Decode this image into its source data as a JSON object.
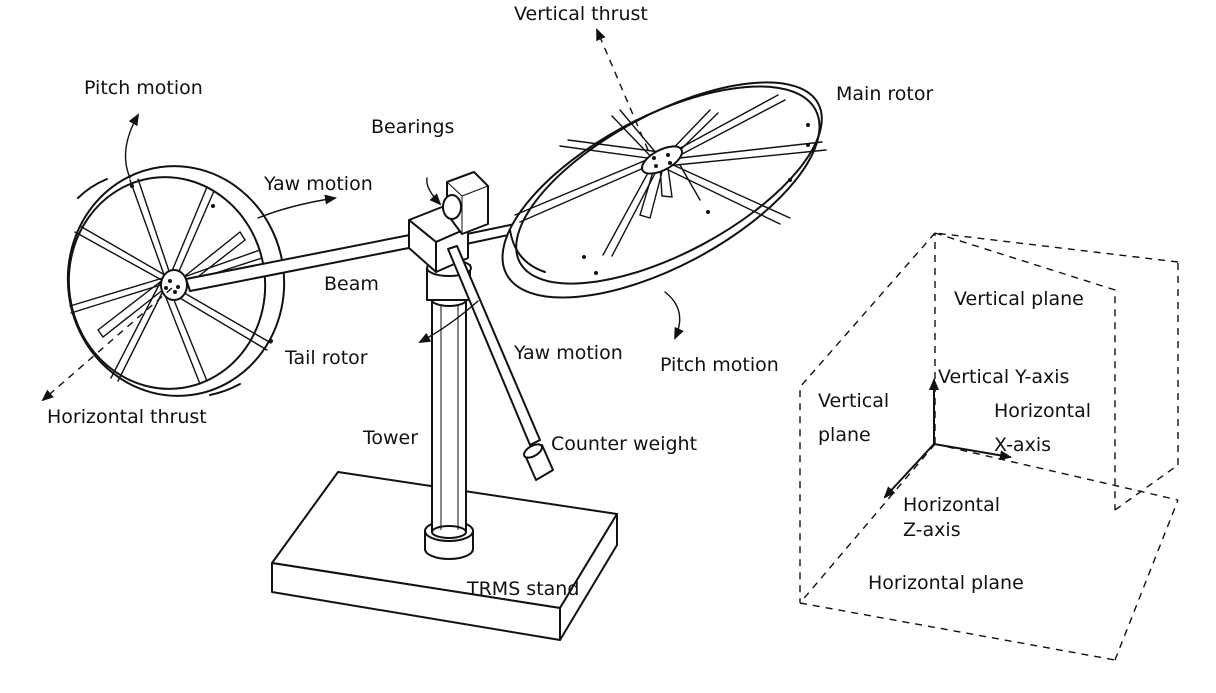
{
  "labels": {
    "vertical_thrust": "Vertical thrust",
    "main_rotor": "Main rotor",
    "pitch_motion_tail": "Pitch motion",
    "bearings": "Bearings",
    "yaw_motion_top": "Yaw motion",
    "beam": "Beam",
    "tail_rotor": "Tail rotor",
    "yaw_motion_bottom": "Yaw motion",
    "pitch_motion_main": "Pitch motion",
    "horizontal_thrust": "Horizontal thrust",
    "tower": "Tower",
    "counter_weight": "Counter weight",
    "trms_stand": "TRMS stand"
  },
  "axes_box": {
    "vertical_plane_back": "Vertical plane",
    "vertical_y_axis": "Vertical Y-axis",
    "vertical_plane_side_line1": "Vertical",
    "vertical_plane_side_line2": "plane",
    "horizontal_x_line1": "Horizontal",
    "horizontal_x_line2": "X-axis",
    "horizontal_z_line1": "Horizontal",
    "horizontal_z_line2": "Z-axis",
    "horizontal_plane": "Horizontal plane"
  }
}
